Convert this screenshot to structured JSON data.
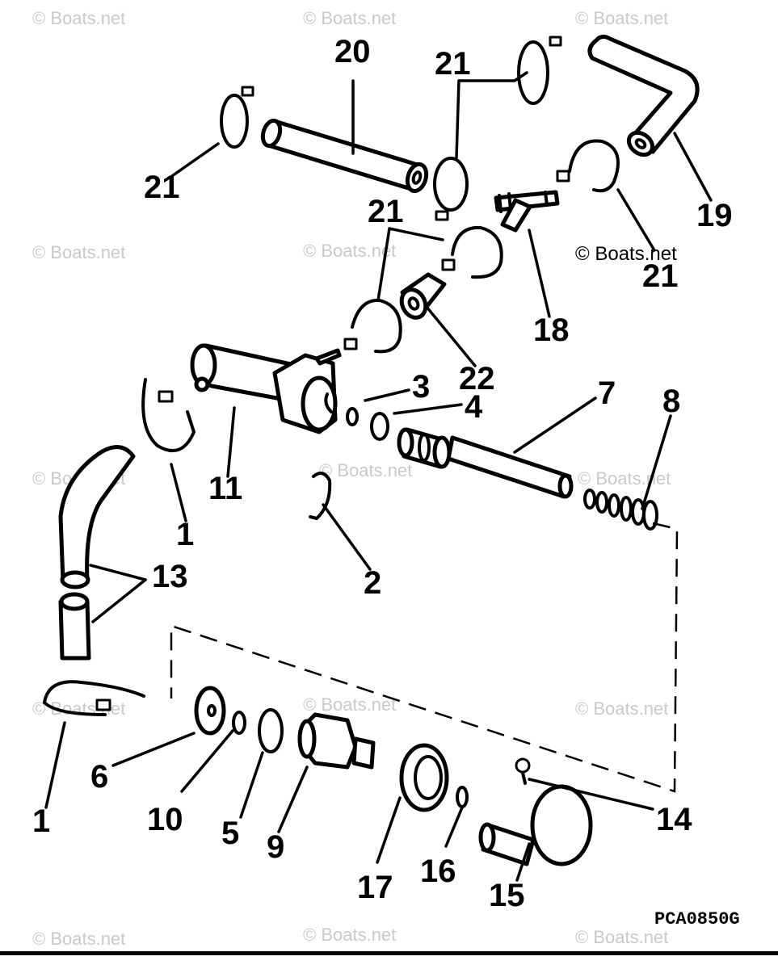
{
  "diagram": {
    "callouts": {
      "c1a": "1",
      "c1b": "1",
      "c2": "2",
      "c3": "3",
      "c4": "4",
      "c5": "5",
      "c6": "6",
      "c7": "7",
      "c8": "8",
      "c9": "9",
      "c10": "10",
      "c11": "11",
      "c13": "13",
      "c14": "14",
      "c15": "15",
      "c16": "16",
      "c17": "17",
      "c18": "18",
      "c19": "19",
      "c20": "20",
      "c21a": "21",
      "c21b": "21",
      "c21c": "21",
      "c21d": "21",
      "c22": "22"
    },
    "part_code": "PCA0850G",
    "watermark": "© Boats.net"
  }
}
